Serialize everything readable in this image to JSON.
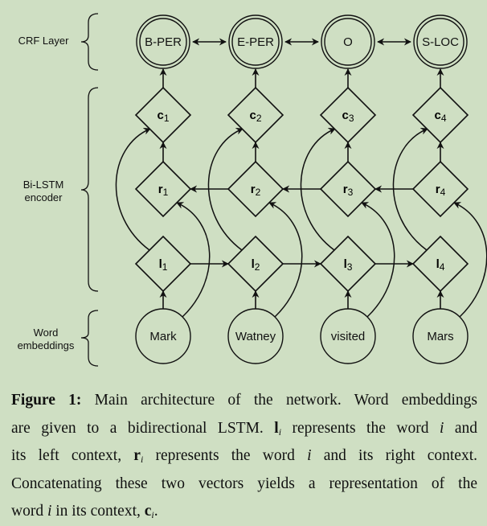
{
  "diagram": {
    "title": "Bi-LSTM-CRF architecture",
    "layers": {
      "crf": "CRF Layer",
      "encoder_line1": "Bi-LSTM",
      "encoder_line2": "encoder",
      "embeddings_line1": "Word",
      "embeddings_line2": "embeddings"
    },
    "columns": [
      {
        "word": "Mark",
        "tag": "B-PER",
        "index": "1"
      },
      {
        "word": "Watney",
        "tag": "E-PER",
        "index": "2"
      },
      {
        "word": "visited",
        "tag": "O",
        "index": "3"
      },
      {
        "word": "Mars",
        "tag": "S-LOC",
        "index": "4"
      }
    ],
    "vector_symbols": {
      "left": "l",
      "right": "r",
      "concat": "c"
    },
    "edges": {
      "crf": "bidirectional between adjacent tags",
      "left_lstm": "l_i -> l_{i+1}",
      "right_lstm": "r_{i+1} -> r_i",
      "word_to_l": "word_i -> l_i",
      "word_to_r": "word_i -> r_i",
      "l_to_c": "l_i -> c_i",
      "r_to_c": "r_i -> c_i",
      "c_to_tag": "c_i -> tag_i"
    }
  },
  "caption": {
    "label": "Figure 1:",
    "line1": " Main architecture of the network. Word embeddings",
    "line2a": "are given to a bidirectional LSTM. ",
    "line2_sym": "l",
    "line2_sub": "i",
    "line2b": " represents the word ",
    "line2_i": "i",
    "line2c": " and",
    "line3a": "its left context, ",
    "line3_sym": "r",
    "line3_sub": "i",
    "line3b": " represents the word ",
    "line3_i": "i",
    "line3c": " and its right context.",
    "line4": "Concatenating these two vectors yields a representation of the",
    "line5a": "word ",
    "line5_i": "i",
    "line5b": " in its context, ",
    "line5_sym": "c",
    "line5_sub": "i",
    "line5c": "."
  }
}
